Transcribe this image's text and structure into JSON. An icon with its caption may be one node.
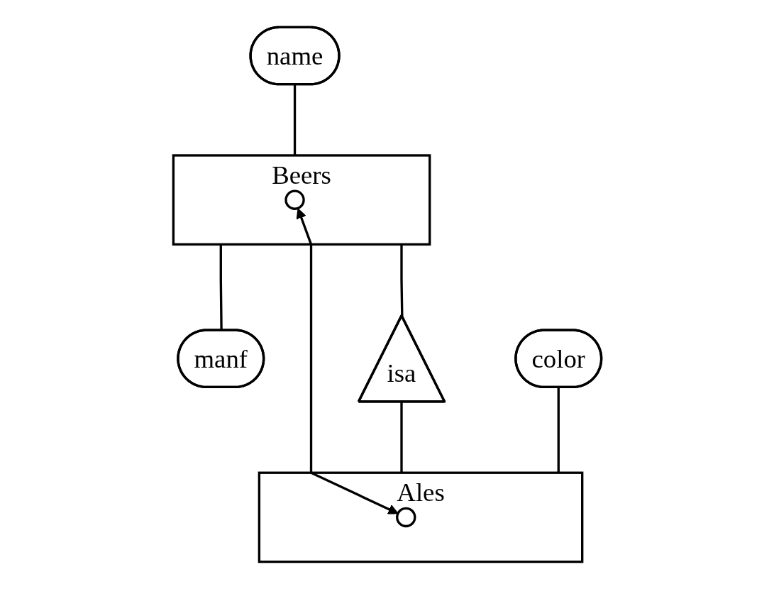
{
  "diagram": {
    "nodes": [
      {
        "text": [
          "name"
        ]
      },
      {
        "text": [
          "Beers"
        ]
      },
      {
        "text": [],
        "shape": "circle",
        "in": 1
      },
      {
        "text": [
          "manf"
        ]
      },
      {
        "text": [
          "isa"
        ]
      },
      {
        "text": [
          "color"
        ]
      },
      {
        "text": [
          "Ales"
        ]
      },
      {
        "text": [],
        "shape": "circle",
        "in": 6
      }
    ],
    "edges": [
      {
        "from": 0,
        "to": 1,
        "arrow": "none"
      },
      {
        "from": 1,
        "to": 3,
        "arrow": "none"
      },
      {
        "from": 1,
        "to": 4,
        "arrow": "none"
      },
      {
        "from": 4,
        "to": 6,
        "arrow": "none"
      },
      {
        "from": 2,
        "to": 7,
        "arrow": "both"
      },
      {
        "from": 5,
        "to": 6,
        "arrow": "none"
      }
    ]
  }
}
